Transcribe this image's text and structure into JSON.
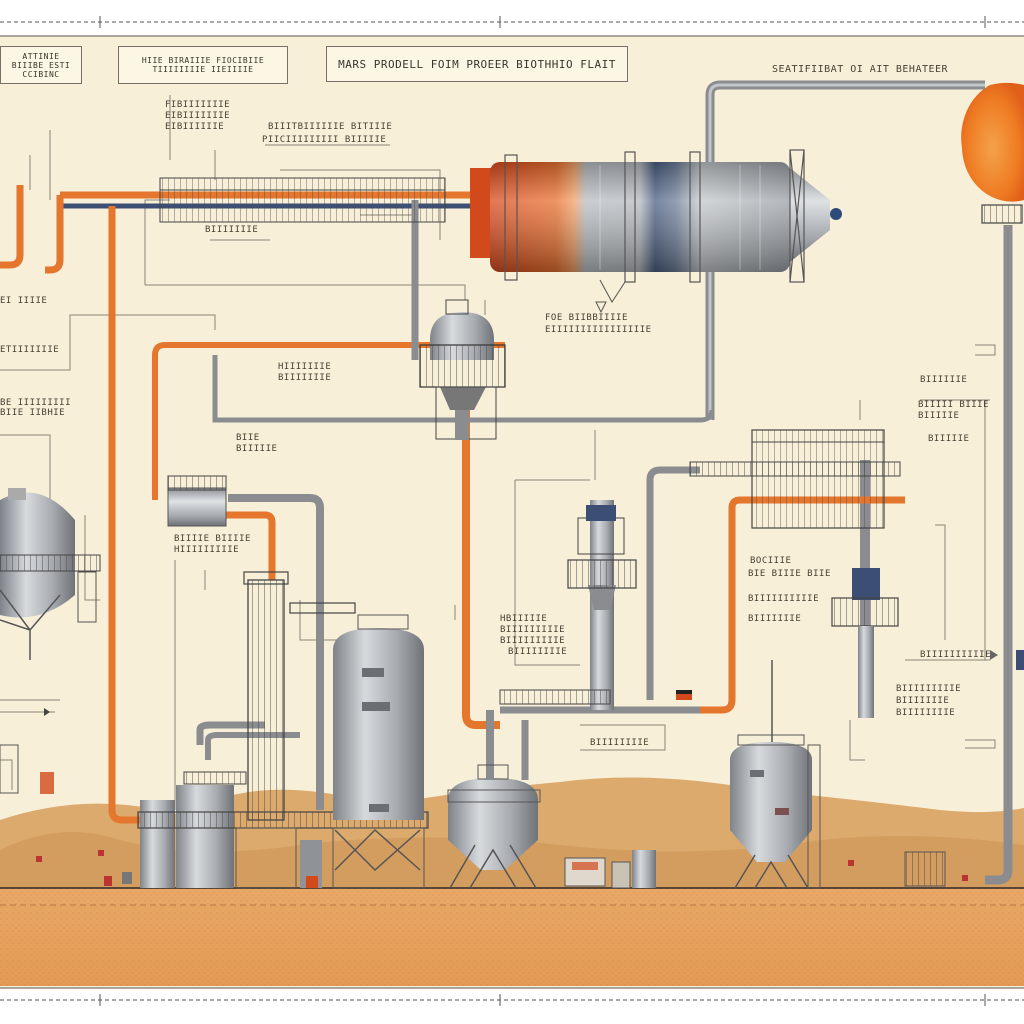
{
  "title": "MARS PRODELL FOIM PROEER BIOTHHIO FLAIT",
  "corner_label": "SEATIFIIBAT OI AIT BEHATEER",
  "header_boxes": [
    {
      "text": "ATTINIE BIIIBE ESTI CCIBINC"
    },
    {
      "text": "HIIE BIRAIIIE FIOCIBIIE TIIIIIIIIE IIEIIIIE"
    }
  ],
  "labels": [
    {
      "text": "FIBIIIIIIIE"
    },
    {
      "text": "EIBIIIIIIIE"
    },
    {
      "text": "EIBIIIIIIE"
    },
    {
      "text": "BIIITBIIIIIIE BITIIIE"
    },
    {
      "text": "PIICIIIIIIIII BIIIIIE"
    },
    {
      "text": "EI IIIIE"
    },
    {
      "text": "ETIIIIIIIE"
    },
    {
      "text": "BE IIIIIIIII"
    },
    {
      "text": "BIIE IIBHIE"
    },
    {
      "text": "FOE BIIBBIIIIE"
    },
    {
      "text": "EIIIIIIIIIIIIIIIIE"
    },
    {
      "text": "HIIIIIIIE"
    },
    {
      "text": "BIIIIIIIE"
    },
    {
      "text": "BIIIIIIIE"
    },
    {
      "text": "BIIE"
    },
    {
      "text": "BIIIIIE"
    },
    {
      "text": "BIIIIE BIIIIE"
    },
    {
      "text": "HIIIIIIIIIE"
    },
    {
      "text": "HBIIIIIE"
    },
    {
      "text": "BIIIIIIIIIE"
    },
    {
      "text": "BIIIIIIIIIE"
    },
    {
      "text": "BIIIIIIIIE"
    },
    {
      "text": "BIIIIIIIIE"
    },
    {
      "text": "BIIIII BIIIE"
    },
    {
      "text": "BIIIIIE"
    },
    {
      "text": "BIIIIIE"
    },
    {
      "text": "BOCIIIE"
    },
    {
      "text": "BIE BIIIE BIIE"
    },
    {
      "text": "BIIIIIIIIIIE"
    },
    {
      "text": "BIIIIIIIE"
    },
    {
      "text": "BIIIIIIE"
    },
    {
      "text": "BIIIIIIIIIE"
    },
    {
      "text": "BIIIIIIIE"
    },
    {
      "text": "BIIIIIIIIE"
    },
    {
      "text": "BIIIIIIIIIIE"
    }
  ],
  "colors": {
    "background": "#f7efd7",
    "pipe_orange": "#e5762e",
    "pipe_gray": "#8a8c90",
    "pipe_blue": "#2e4a7a",
    "steel": "#a9adb2",
    "ground": "#e2a366",
    "dune": "#d9a86a",
    "sun": "#f08a2a"
  }
}
